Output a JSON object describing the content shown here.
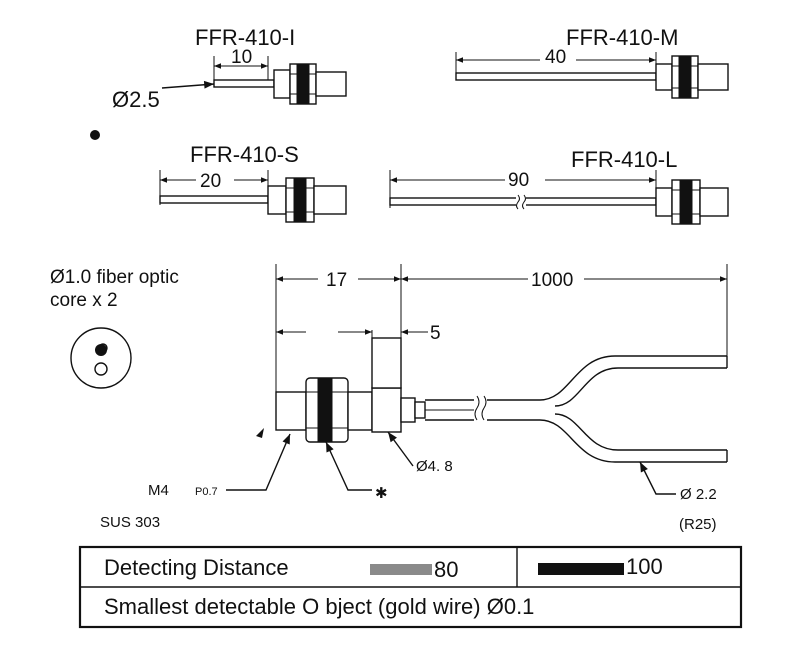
{
  "variants": {
    "i": {
      "model": "FFR-410-I",
      "dim": "10",
      "dia": "Ø2.5"
    },
    "m": {
      "model": "FFR-410-M",
      "dim": "40"
    },
    "s": {
      "model": "FFR-410-S",
      "dim": "20"
    },
    "l": {
      "model": "FFR-410-L",
      "dim": "90"
    }
  },
  "core": {
    "line1": "Ø1.0  fiber optic",
    "line2": "core x 2"
  },
  "main": {
    "dim17": "17",
    "dim1000": "1000",
    "dim5": "5",
    "dia48": "Ø4. 8",
    "dia22": "Ø 2.2",
    "r25": "(R25)",
    "thread": "M4",
    "pitch": "P0.7",
    "material": "SUS  303",
    "nut_mark": "✱"
  },
  "table": {
    "row1_label": "Detecting  Distance",
    "val_gray": "80",
    "val_black": "100",
    "row2_label": "Smallest  detectable  O    bject (gold  wire)  Ø0.1",
    "gray_color": "#8a8a8a",
    "black_color": "#111111"
  }
}
